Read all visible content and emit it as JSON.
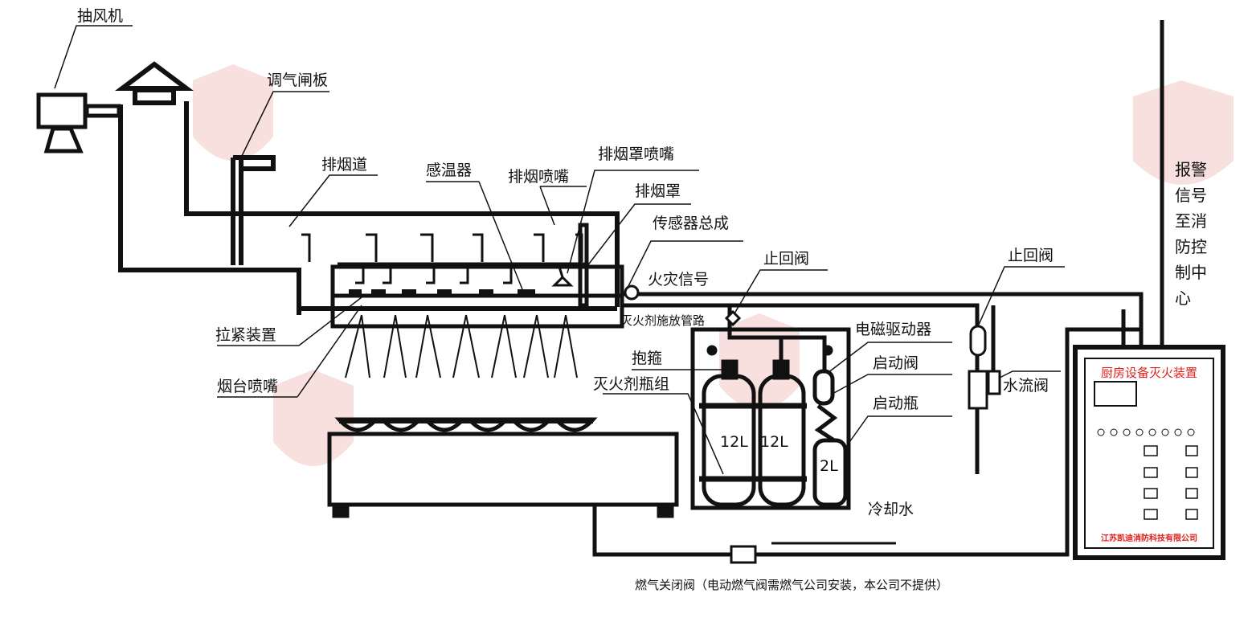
{
  "colors": {
    "line": "#111111",
    "accent": "#e0201b",
    "watermark": "#e8a5a0"
  },
  "labels": {
    "fan": "抽风机",
    "damper": "调气闸板",
    "flue": "排烟道",
    "temp_sensor": "感温器",
    "flue_nozzle": "排烟喷嘴",
    "hood_nozzle": "排烟罩喷嘴",
    "hood": "排烟罩",
    "sensor_assembly": "传感器总成",
    "fire_signal": "火灾信号",
    "discharge_pipe": "灭火剂施放管路",
    "tension_device": "拉紧装置",
    "stove_nozzle": "烟台喷嘴",
    "check_valve_1": "止回阀",
    "check_valve_2": "止回阀",
    "solenoid_driver": "电磁驱动器",
    "hoop": "抱箍",
    "start_valve": "启动阀",
    "agent_cylinders": "灭火剂瓶组",
    "start_cylinder": "启动瓶",
    "water_flow_valve": "水流阀",
    "cooling_water": "冷却水",
    "gas_shutoff": "燃气关闭阀（电动燃气阀需燃气公司安装，本公司不提供）",
    "alarm_signal": [
      "报警",
      "信号",
      "至消",
      "防控",
      "制中",
      "心"
    ]
  },
  "cylinders": {
    "left": "12L",
    "middle": "12L",
    "start": "2L"
  },
  "controller": {
    "title": "厨房设备灭火装置",
    "company": "江苏凯迪消防科技有限公司"
  },
  "icons": [
    "fan-icon",
    "chimney-cap-icon",
    "nozzle-icon",
    "valve-icon",
    "cylinder-icon",
    "control-panel-icon",
    "watermark-logo-icon"
  ]
}
